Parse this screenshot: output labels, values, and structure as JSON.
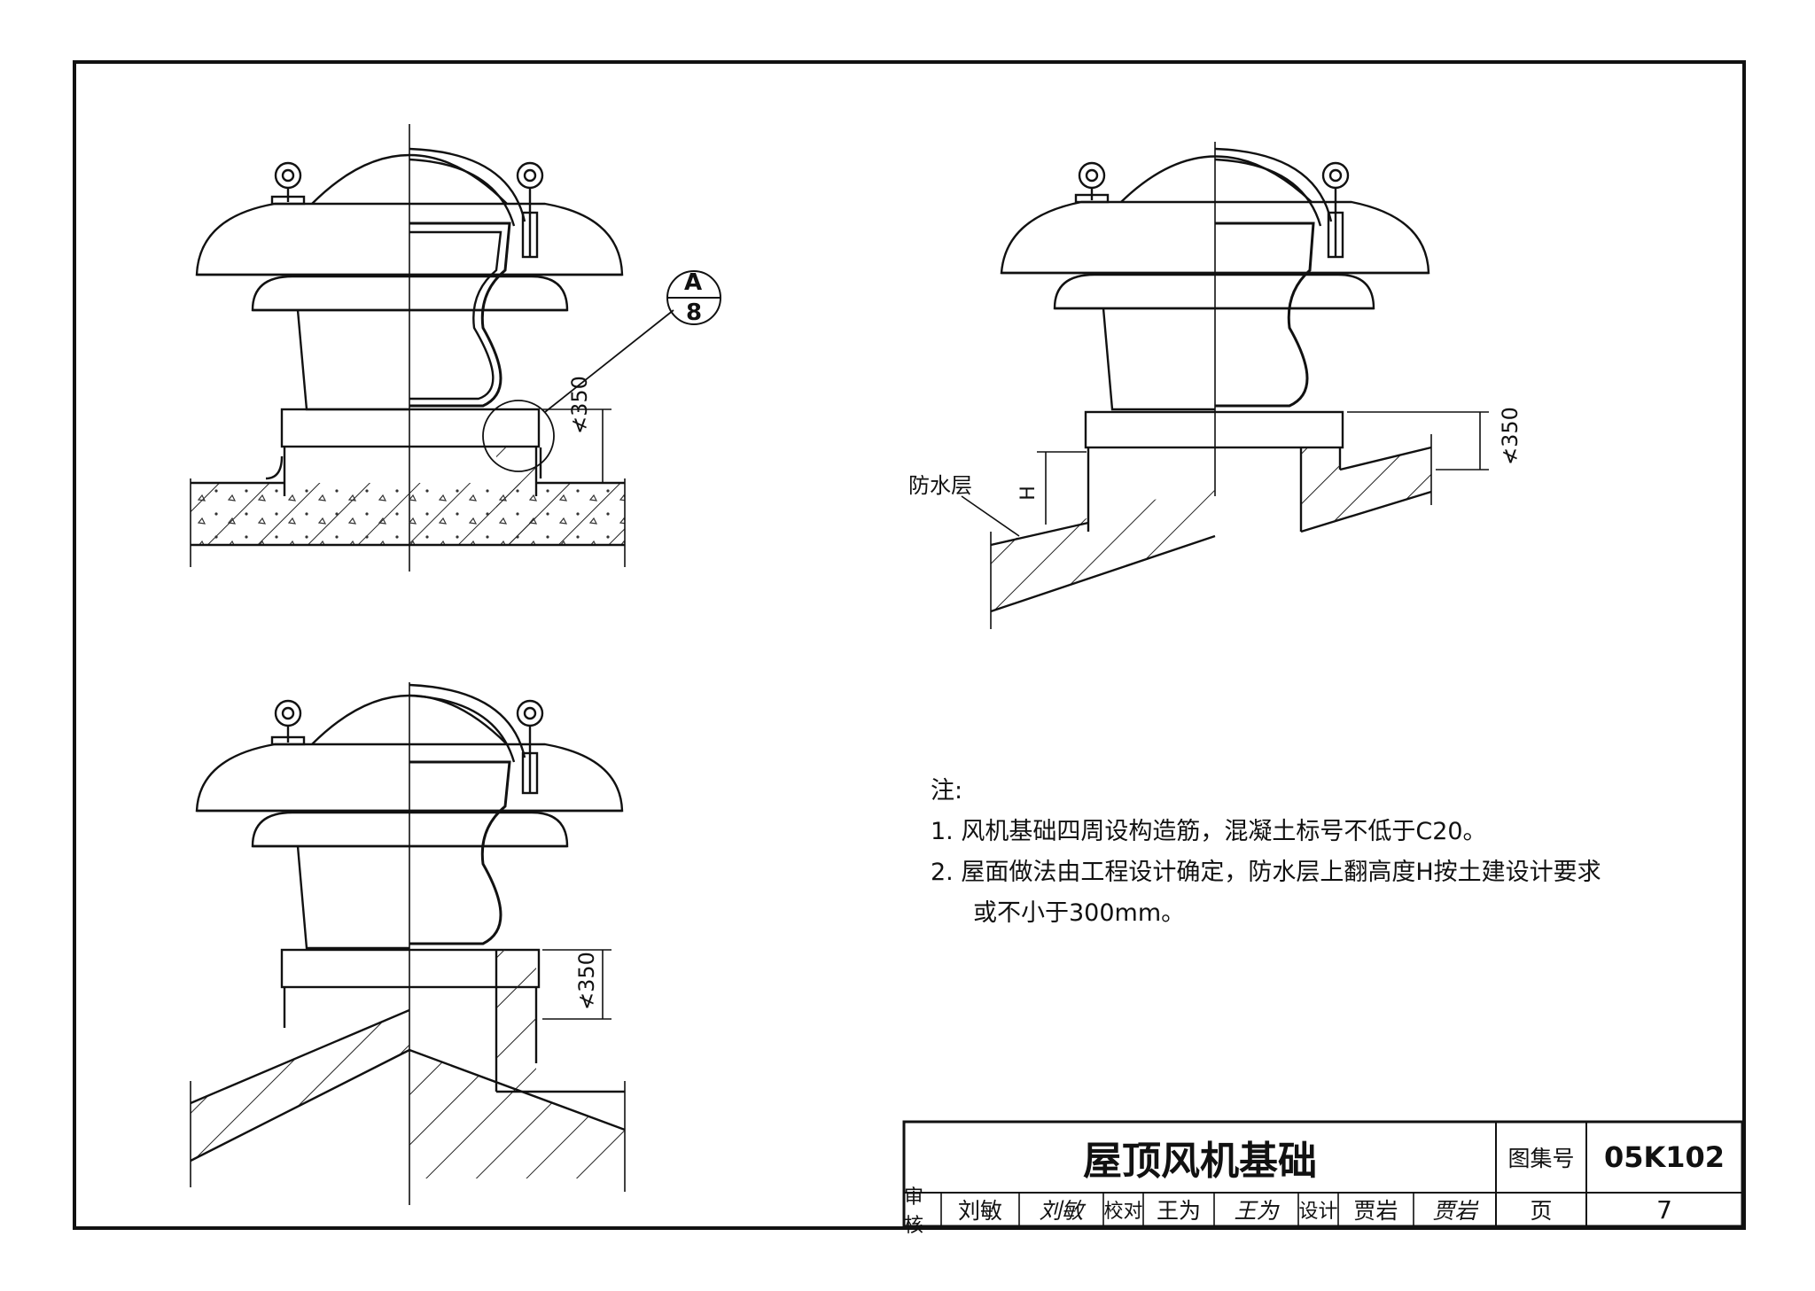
{
  "labels": {
    "detail_ref_letter": "A",
    "detail_ref_page": "8",
    "dim_350": "≮350",
    "dim_h": "H",
    "waterproof_layer": "防水层"
  },
  "notes": {
    "heading": "注:",
    "items": [
      "1. 风机基础四周设构造筋，混凝土标号不低于C20。",
      "2. 屋面做法由工程设计确定，防水层上翻高度H按土建设计要求",
      "或不小于300mm。"
    ]
  },
  "title_block": {
    "title": "屋顶风机基础",
    "atlas_label": "图集号",
    "atlas_no": "05K102",
    "review_label": "审核",
    "review_name": "刘敏",
    "review_sig": "刘敏",
    "check_label": "校对",
    "check_name": "王为",
    "check_sig": "王为",
    "design_label": "设计",
    "design_name": "贾岩",
    "design_sig": "贾岩",
    "page_label": "页",
    "page_no": "7"
  }
}
